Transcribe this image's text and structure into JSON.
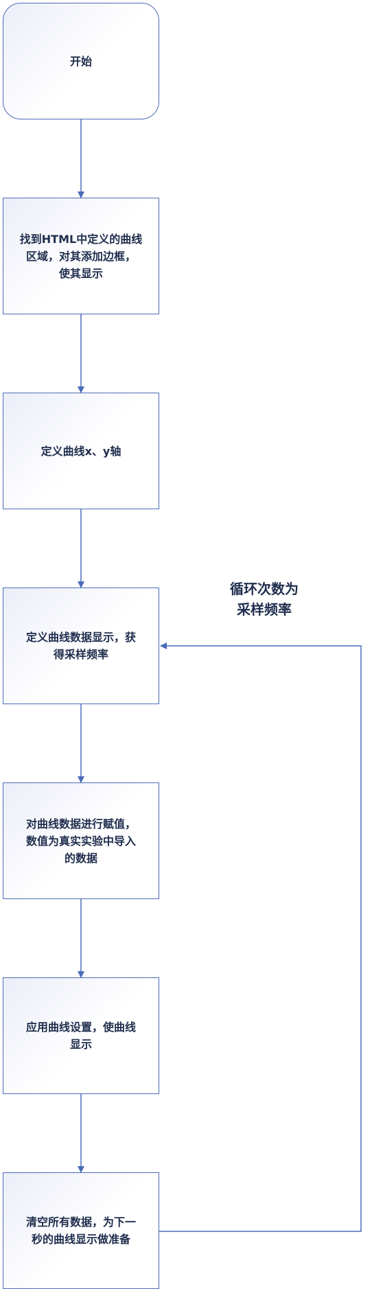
{
  "diagram": {
    "nodes": [
      {
        "id": "start",
        "label": "开始"
      },
      {
        "id": "find-area",
        "label": "找到HTML中定义的曲线\n区域，对其添加边框，\n使其显示"
      },
      {
        "id": "define-axes",
        "label": "定义曲线x、y轴"
      },
      {
        "id": "define-display",
        "label": "定义曲线数据显示，获\n得采样频率"
      },
      {
        "id": "assign-data",
        "label": "对曲线数据进行赋值，\n数值为真实实验中导入\n的数据"
      },
      {
        "id": "apply-settings",
        "label": "应用曲线设置，使曲线\n显示"
      },
      {
        "id": "clear-data",
        "label": "清空所有数据，为下一\n秒的曲线显示做准备"
      }
    ],
    "loop_label": "循环次数为\n采样频率",
    "colors": {
      "border": "#4a6cb8",
      "arrow": "#4a6cb8",
      "text": "#1f2d4d",
      "fill_gradient_start": "#eceef8"
    }
  }
}
